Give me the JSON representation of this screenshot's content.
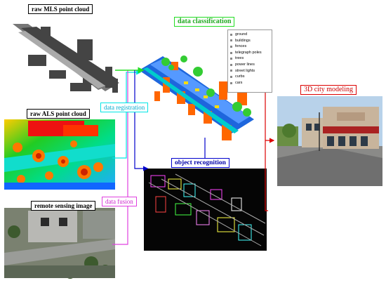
{
  "labels": {
    "raw_mls": "raw MLS point cloud",
    "raw_als": "raw ALS point cloud",
    "remote_sensing": "remote sensing image",
    "data_registration": "data registration",
    "data_fusion": "data fusion",
    "data_classification": "data classification",
    "object_recognition": "object recognition",
    "city_modeling": "3D city modeling"
  },
  "legend": [
    "ground",
    "buildings",
    "fences",
    "telegraph poles",
    "trees",
    "power lines",
    "street lights",
    "curbs",
    "cars"
  ],
  "colors": {
    "registration": "#00e5e5",
    "fusion": "#e040e0",
    "classification": "#22dd22",
    "recognition": "#0000cc",
    "modeling": "#dd0000"
  }
}
